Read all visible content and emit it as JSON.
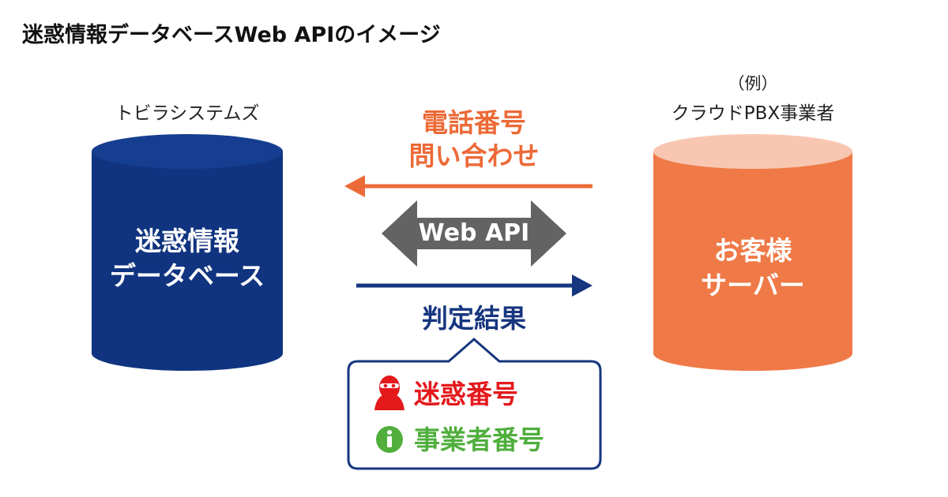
{
  "title": "迷惑情報データベースWeb APIのイメージ",
  "left_system": {
    "caption": "トビラシステムズ",
    "db_label_line1": "迷惑情報",
    "db_label_line2": "データベース",
    "color": "#103480"
  },
  "right_system": {
    "caption_line1": "（例）",
    "caption_line2": "クラウドPBX事業者",
    "server_label_line1": "お客様",
    "server_label_line2": "サーバー",
    "color": "#ef7a47",
    "top_color": "#f9c7b1"
  },
  "request": {
    "label_line1": "電話番号",
    "label_line2": "問い合わせ",
    "color": "#ec6a37"
  },
  "api": {
    "label": "Web API",
    "color": "#636363"
  },
  "response": {
    "label": "判定結果",
    "color": "#16367f"
  },
  "result_types": [
    {
      "label": "迷惑番号",
      "icon": "spam-caller-icon",
      "color": "#e3191c"
    },
    {
      "label": "事業者番号",
      "icon": "info-icon",
      "color": "#4fae3c"
    }
  ]
}
